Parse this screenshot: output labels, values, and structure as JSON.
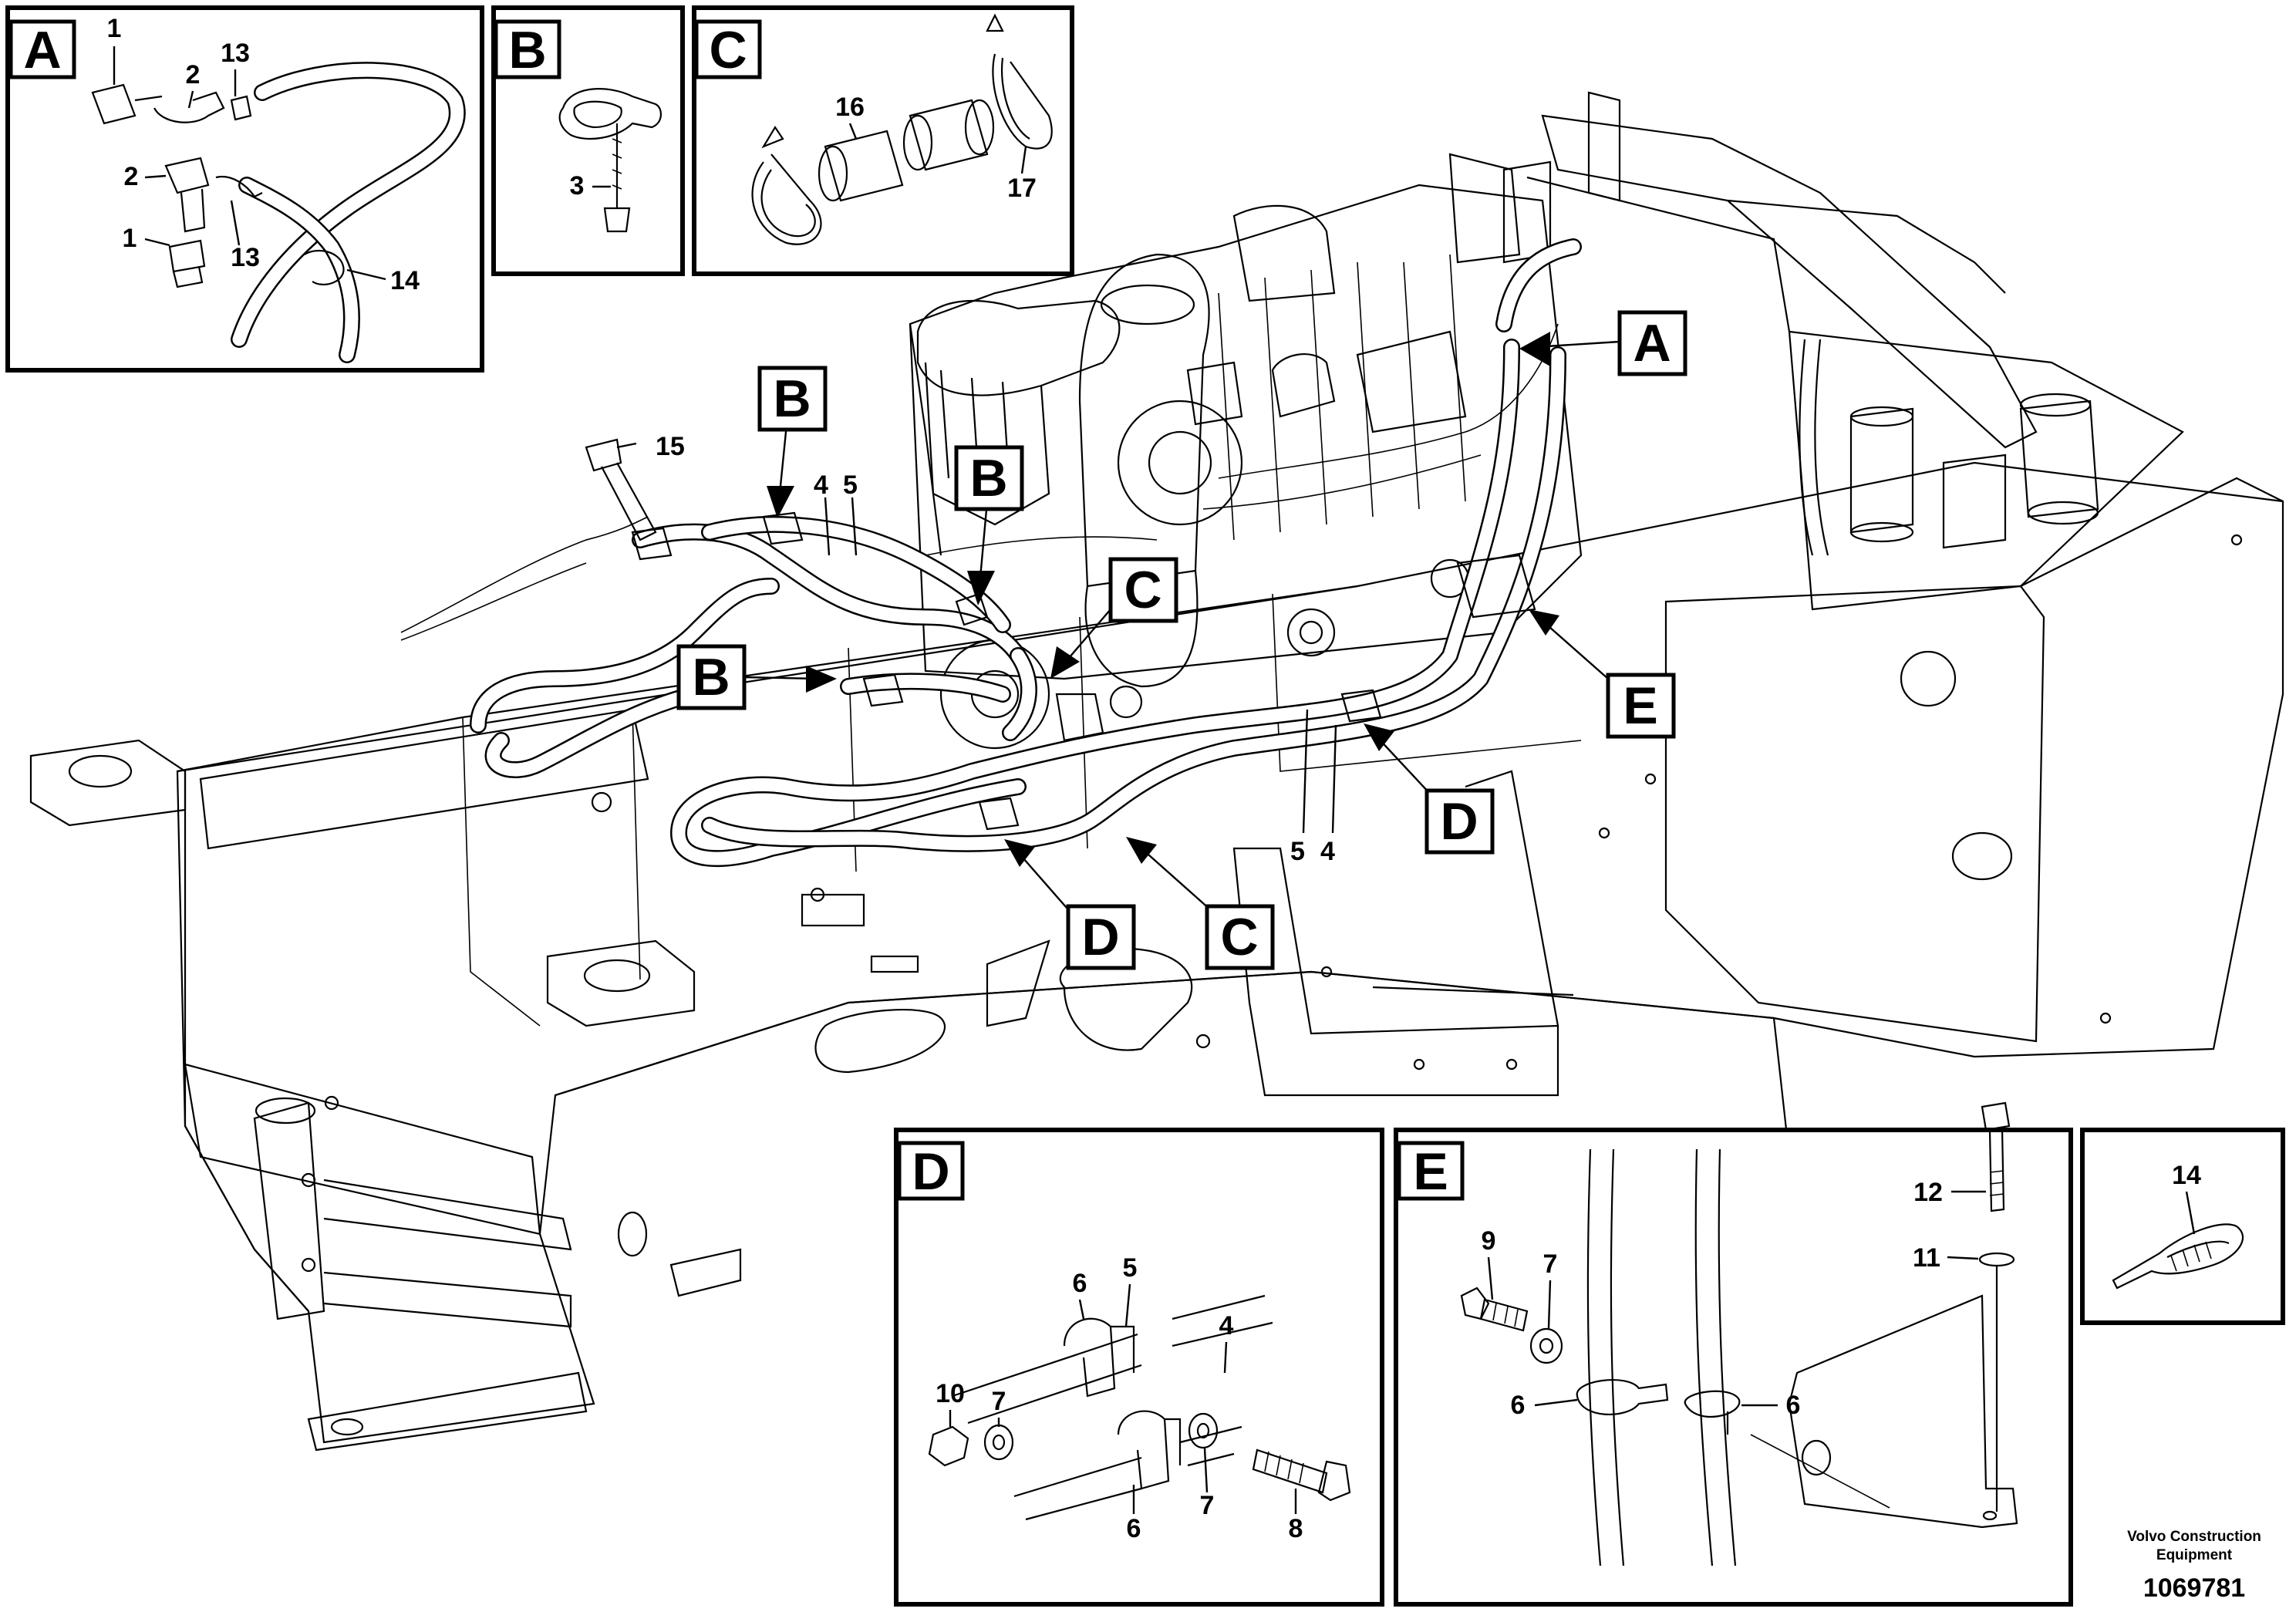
{
  "panels": {
    "A": {
      "letter": "A",
      "labels": [
        "1",
        "2",
        "13",
        "2",
        "13",
        "1",
        "14"
      ]
    },
    "B": {
      "letter": "B",
      "labels": [
        "3"
      ]
    },
    "C": {
      "letter": "C",
      "labels": [
        "16",
        "17"
      ]
    },
    "D": {
      "letter": "D",
      "labels": [
        "10",
        "7",
        "6",
        "5",
        "4",
        "6",
        "7",
        "8"
      ]
    },
    "E": {
      "letter": "E",
      "labels": [
        "12",
        "11",
        "9",
        "7",
        "6",
        "6"
      ]
    },
    "P14": {
      "labels": [
        "14"
      ]
    }
  },
  "main": {
    "callouts": [
      "A",
      "B",
      "B",
      "B",
      "C",
      "C",
      "D",
      "D",
      "E"
    ],
    "labels": [
      "15",
      "4",
      "5",
      "5",
      "4"
    ]
  },
  "footer": {
    "credit_line1": "Volvo Construction",
    "credit_line2": "Equipment",
    "document_number": "1069781"
  }
}
